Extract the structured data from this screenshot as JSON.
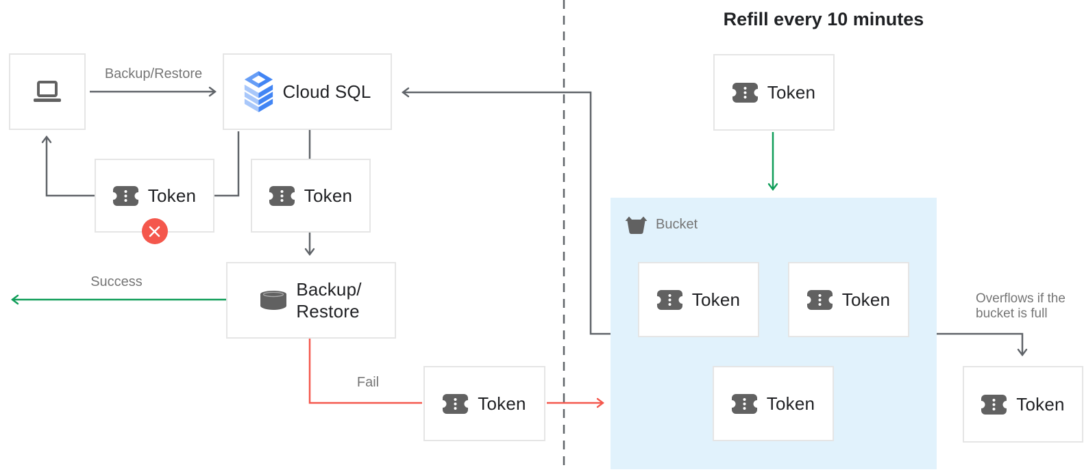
{
  "title": "Refill every 10 minutes",
  "labels": {
    "backup_restore_arrow": "Backup/Restore",
    "success": "Success",
    "fail": "Fail",
    "overflow": "Overflows if the bucket is full",
    "bucket": "Bucket",
    "token": "Token",
    "cloud_sql": "Cloud SQL",
    "backup_restore_line1": "Backup/",
    "backup_restore_line2": "Restore"
  },
  "icons": {
    "client": "laptop-icon",
    "cloud_sql": "cloud-sql-stack-icon",
    "backup_restore": "database-cylinder-icon",
    "token": "token-ticket-icon",
    "bucket": "bucket-icon",
    "error_badge": "red-x-icon"
  },
  "colors": {
    "line_gray": "#5F6368",
    "green": "#0F9D58",
    "red": "#F4574C",
    "bucket_fill": "#E1F2FC",
    "box_border": "#E5E5E5",
    "text_dark": "#202124",
    "text_gray": "#757575",
    "icon_gray": "#616161",
    "cloud_sql_blue": "#4285F4",
    "cloud_sql_light_blue": "#A8C7FA"
  }
}
